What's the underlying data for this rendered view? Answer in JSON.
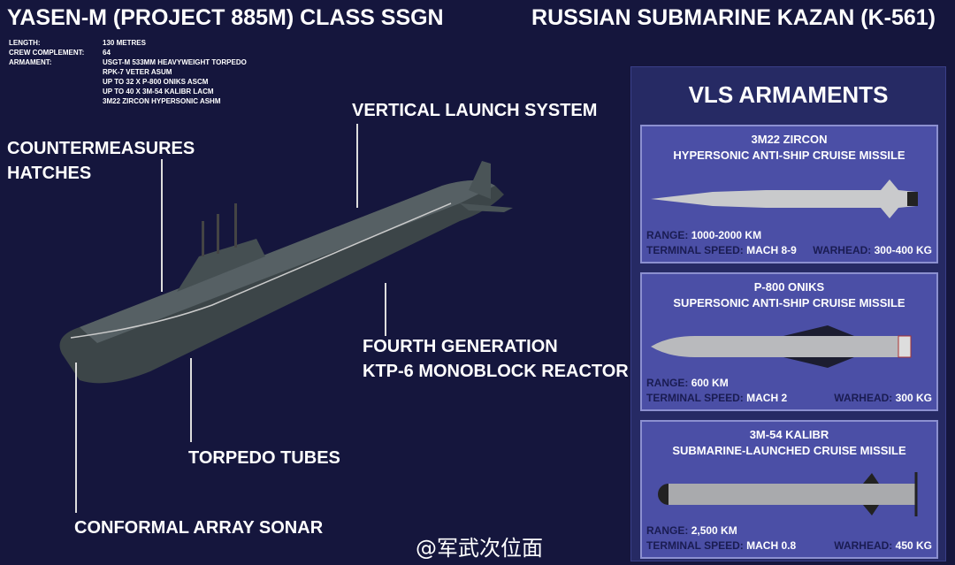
{
  "header": {
    "title_left": "YASEN-M (PROJECT 885M) CLASS SSGN",
    "title_right": "RUSSIAN SUBMARINE KAZAN (K-561)"
  },
  "specs": [
    {
      "label": "LENGTH:",
      "value": "130 METRES"
    },
    {
      "label": "CREW COMPLEMENT:",
      "value": "64"
    },
    {
      "label": "ARMAMENT:",
      "value": "USGT-M 533MM HEAVYWEIGHT TORPEDO"
    },
    {
      "label": "",
      "value": "RPK-7 VETER ASUM"
    },
    {
      "label": "",
      "value": "UP TO 32 X P-800 ONIKS ASCM"
    },
    {
      "label": "",
      "value": "UP TO 40 X 3M-54 KALIBR LACM"
    },
    {
      "label": "",
      "value": "3M22 ZIRCON HYPERSONIC ASHM"
    }
  ],
  "callouts": {
    "vls": "VERTICAL LAUNCH SYSTEM",
    "countermeasures_1": "COUNTERMEASURES",
    "countermeasures_2": "HATCHES",
    "reactor_1": "FOURTH GENERATION",
    "reactor_2": "KTP-6 MONOBLOCK REACTOR",
    "torpedo": "TORPEDO TUBES",
    "sonar": "CONFORMAL ARRAY SONAR"
  },
  "panel": {
    "title": "VLS ARMAMENTS",
    "labels": {
      "range": "RANGE:",
      "speed": "TERMINAL SPEED:",
      "warhead": "WARHEAD:"
    },
    "missiles": [
      {
        "name": "3M22 ZIRCON",
        "type": "HYPERSONIC ANTI-SHIP CRUISE MISSILE",
        "range": "1000-2000 KM",
        "speed": "MACH 8-9",
        "warhead": "300-400 KG"
      },
      {
        "name": "P-800 ONIKS",
        "type": "SUPERSONIC ANTI-SHIP CRUISE MISSILE",
        "range": "600 KM",
        "speed": "MACH 2",
        "warhead": "300 KG"
      },
      {
        "name": "3M-54 KALIBR",
        "type": "SUBMARINE-LAUNCHED CRUISE MISSILE",
        "range": "2,500 KM",
        "speed": "MACH 0.8",
        "warhead": "450 KG"
      }
    ]
  },
  "watermark": "@军武次位面"
}
